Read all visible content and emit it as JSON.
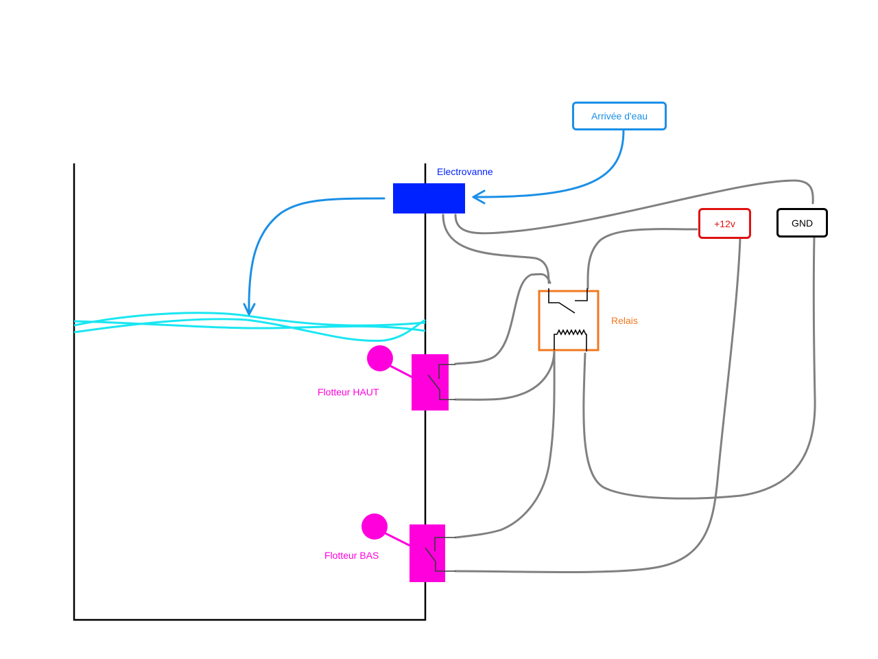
{
  "title": "Régulation de niveau d'eau — schéma de câblage",
  "colors": {
    "water_inlet": "#1a8fe6",
    "electrovalve": "#0022ff",
    "water_surface": "#19e6f2",
    "float": "#ff00dd",
    "relay": "#f07820",
    "plus12v": "#e01010",
    "gnd": "#000000",
    "wire": "#808080",
    "tank": "#000000"
  },
  "labels": {
    "water_inlet": "Arrivée d'eau",
    "electrovalve": "Electrovanne",
    "relay": "Relais",
    "plus12v": "+12v",
    "gnd": "GND",
    "float_high": "Flotteur HAUT",
    "float_low": "Flotteur BAS"
  },
  "components": [
    {
      "id": "water_inlet",
      "type": "source",
      "label": "Arrivée d'eau"
    },
    {
      "id": "electrovalve",
      "type": "solenoid-valve",
      "label": "Electrovanne"
    },
    {
      "id": "relay",
      "type": "relay",
      "label": "Relais"
    },
    {
      "id": "plus12v",
      "type": "power",
      "label": "+12v"
    },
    {
      "id": "gnd",
      "type": "ground",
      "label": "GND"
    },
    {
      "id": "float_high",
      "type": "float-switch",
      "label": "Flotteur HAUT"
    },
    {
      "id": "float_low",
      "type": "float-switch",
      "label": "Flotteur BAS"
    }
  ],
  "connections": [
    {
      "from": "water_inlet",
      "to": "electrovalve",
      "kind": "water"
    },
    {
      "from": "electrovalve",
      "to": "tank",
      "kind": "water"
    },
    {
      "from": "electrovalve",
      "to": "gnd",
      "kind": "wire"
    },
    {
      "from": "electrovalve",
      "to": "relay",
      "kind": "wire"
    },
    {
      "from": "plus12v",
      "to": "relay",
      "kind": "wire"
    },
    {
      "from": "relay",
      "to": "float_high",
      "kind": "wire"
    },
    {
      "from": "float_high",
      "to": "relay",
      "kind": "wire"
    },
    {
      "from": "relay",
      "to": "float_low",
      "kind": "wire"
    },
    {
      "from": "relay",
      "to": "gnd",
      "kind": "wire"
    },
    {
      "from": "float_low",
      "to": "plus12v",
      "kind": "wire"
    }
  ]
}
